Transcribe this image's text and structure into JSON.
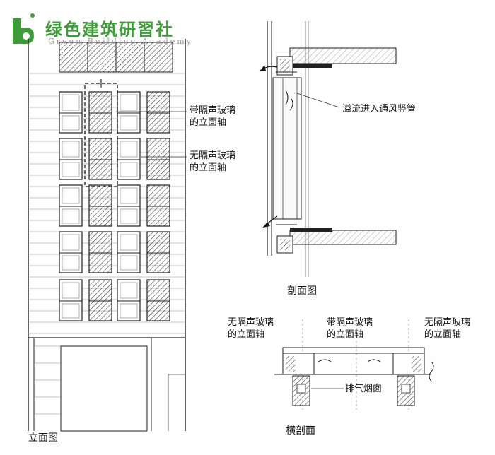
{
  "logo": {
    "name": "绿色建筑研習社",
    "subtitle": "Green Building Academy",
    "brand_color": "#3f9a3a"
  },
  "elevation": {
    "caption": "立面图",
    "label_with_glass_line1": "带隔声玻璃",
    "label_with_glass_line2": "的立面轴",
    "label_without_glass_line1": "无隔声玻璃",
    "label_without_glass_line2": "的立面轴"
  },
  "section": {
    "caption": "剖面图",
    "overflow_label": "溢流进入通风竖管"
  },
  "plan": {
    "caption": "横剖面",
    "left_line1": "无隔声玻璃",
    "left_line2": "的立面轴",
    "center_line1": "带隔声玻璃",
    "center_line2": "的立面轴",
    "right_line1": "无隔声玻璃",
    "right_line2": "的立面轴",
    "chimney_label": "排气烟囱"
  }
}
